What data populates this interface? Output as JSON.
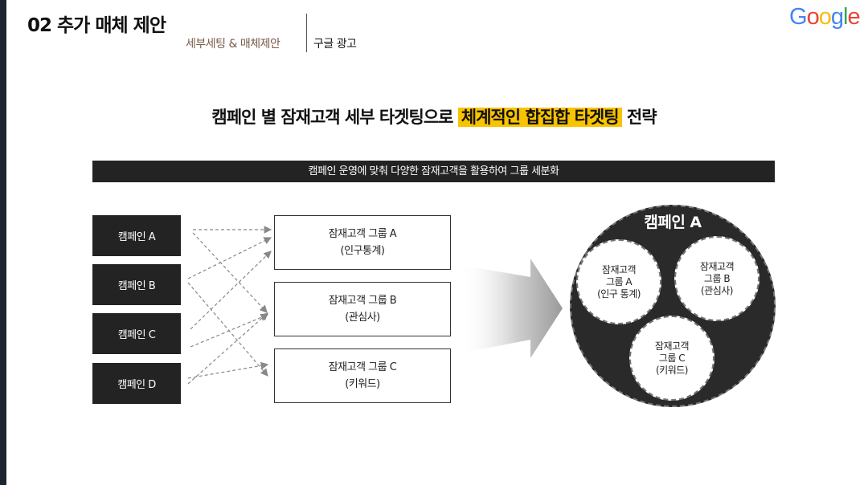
{
  "header": {
    "title": "02 추가 매체 제안",
    "subtitle": "세부세팅 & 매체제안",
    "section": "구글 광고",
    "logo_letters": [
      {
        "ch": "G",
        "color": "#4285F4"
      },
      {
        "ch": "o",
        "color": "#EA4335"
      },
      {
        "ch": "o",
        "color": "#FBBC05"
      },
      {
        "ch": "g",
        "color": "#4285F4"
      },
      {
        "ch": "l",
        "color": "#34A853"
      },
      {
        "ch": "e",
        "color": "#EA4335"
      }
    ]
  },
  "headline": {
    "prefix": "캠페인 별 잠재고객 세부 타겟팅으로 ",
    "highlight": "체계적인 합집합 타겟팅",
    "suffix": " 전략",
    "highlight_color": "#f8c300"
  },
  "banner": "캠페인 운영에 맞춰 다양한 잠재고객을 활용하여 그룹 세분화",
  "campaigns": [
    "캠페인 A",
    "캠페인 B",
    "캠페인 C",
    "캠페인 D"
  ],
  "groups": [
    {
      "name": "잠재고객 그룹 A",
      "sub": "(인구통계)"
    },
    {
      "name": "잠재고객 그룹 B",
      "sub": "(관심사)"
    },
    {
      "name": "잠재고객 그룹 C",
      "sub": "(키워드)"
    }
  ],
  "venn": {
    "title": "캠페인 A",
    "circles": [
      {
        "lines": [
          "잠재고객",
          "그룹 A",
          "(인구 통계)"
        ]
      },
      {
        "lines": [
          "잠재고객",
          "그룹 B",
          "(관심사)"
        ]
      },
      {
        "lines": [
          "잠재고객",
          "그룹 C",
          "(키워드)"
        ]
      }
    ]
  }
}
